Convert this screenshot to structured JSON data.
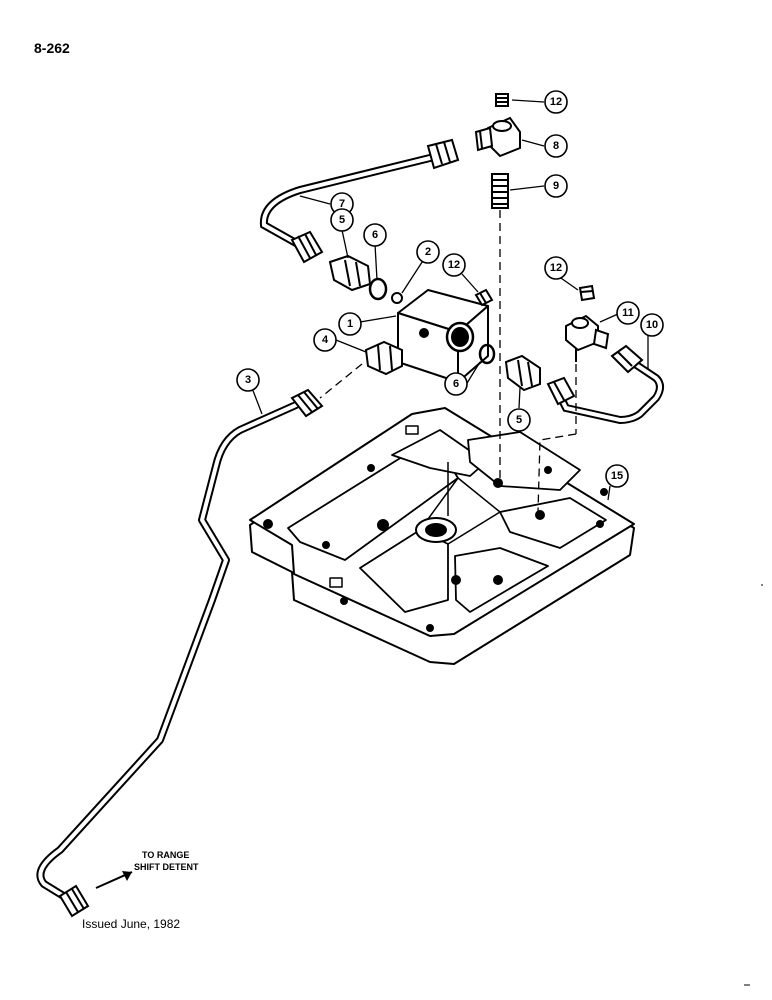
{
  "page": {
    "number": "8-262",
    "issued": "Issued June, 1982"
  },
  "note": {
    "line1": "TO RANGE",
    "line2": "SHIFT DETENT"
  },
  "callouts": [
    "12",
    "8",
    "9",
    "7",
    "5",
    "6",
    "2",
    "12",
    "1",
    "4",
    "3",
    "6",
    "5",
    "12",
    "11",
    "10",
    "15"
  ],
  "colors": {
    "ink": "#000000",
    "paper": "#ffffff"
  }
}
